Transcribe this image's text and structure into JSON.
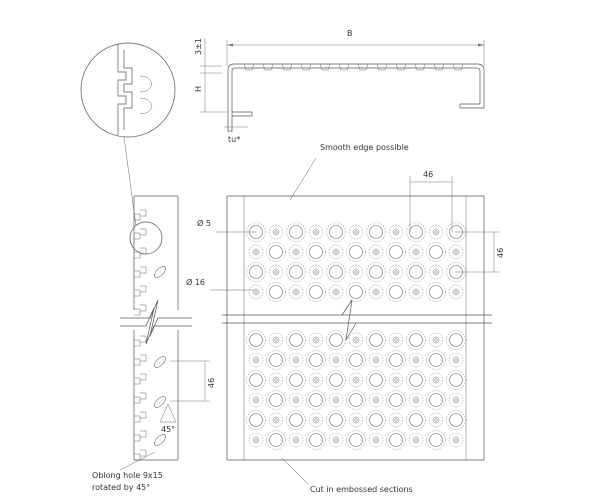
{
  "labels": {
    "dim_b": "B",
    "dim_3": "3±1",
    "dim_h": "H",
    "dim_tu": "tu*",
    "smooth_edge": "Smooth edge possible",
    "dim_46_top": "46",
    "dim_46_right": "46",
    "dim_46_side": "46",
    "dia_5": "Ø 5",
    "dia_16": "Ø 16",
    "angle_45": "45°",
    "oblong_line1": "Oblong hole 9x15",
    "oblong_line2": "rotated by 45°",
    "cut_note": "Cut in embossed sections"
  },
  "colors": {
    "line": "#555555",
    "text": "#333333",
    "background": "#ffffff"
  }
}
